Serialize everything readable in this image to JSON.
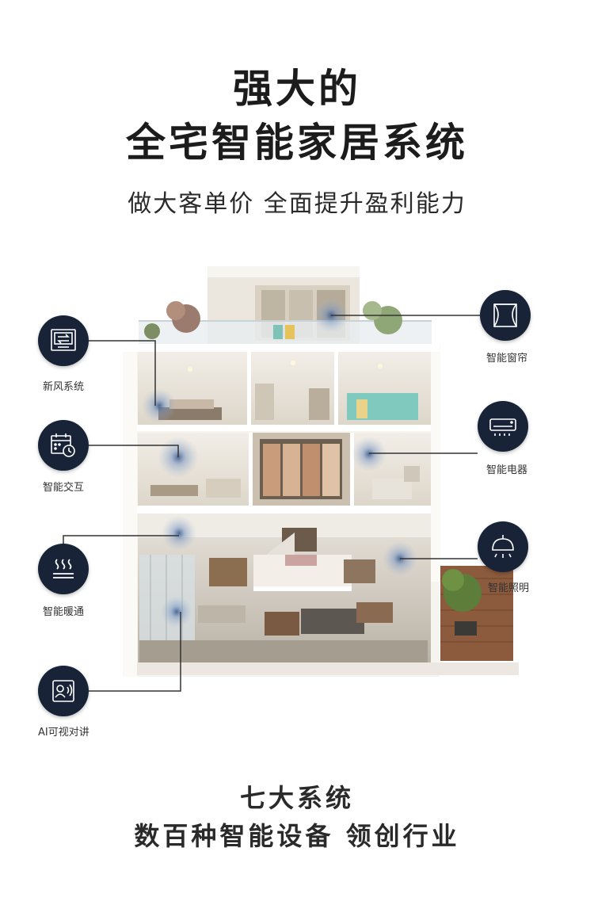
{
  "header": {
    "title_line1": "强大的",
    "title_line2": "全宅智能家居系统",
    "subtitle": "做大客单价 全面提升盈利能力"
  },
  "features": {
    "fresh_air": "新风系统",
    "interaction": "智能交互",
    "heating": "智能暖通",
    "intercom": "AI可视对讲",
    "curtain": "智能窗帘",
    "appliance": "智能电器",
    "lighting": "智能照明"
  },
  "footer": {
    "line1": "七大系统",
    "line2": "数百种智能设备 领创行业"
  },
  "colors": {
    "icon_bg": "#182337",
    "icon_fg": "#ffffff",
    "connector": "#333333"
  }
}
